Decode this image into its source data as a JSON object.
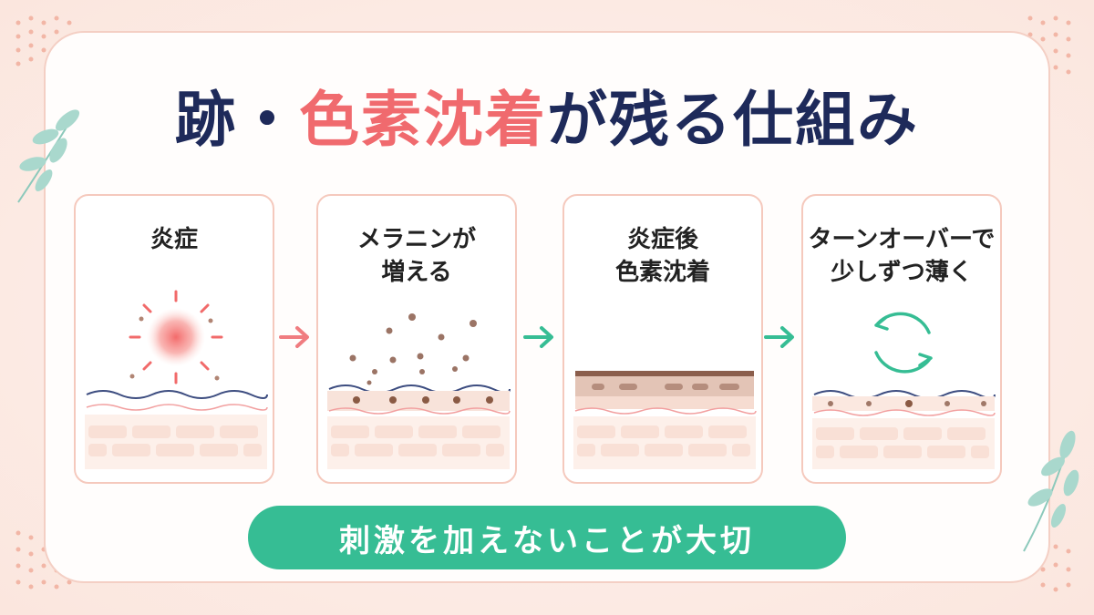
{
  "title": {
    "part1": "跡・",
    "accent": "色素沈着",
    "part2": "が残る仕組み"
  },
  "steps": [
    {
      "line1": "炎症",
      "line2": ""
    },
    {
      "line1": "メラニンが",
      "line2": "増える"
    },
    {
      "line1": "炎症後",
      "line2": "色素沈着"
    },
    {
      "line1": "ターンオーバーで",
      "line2": "少しずつ薄く"
    }
  ],
  "banner": "刺激を加えないことが大切",
  "colors": {
    "navy": "#1e2a5a",
    "accent_red": "#f06a6e",
    "teal": "#36bd94",
    "card_border": "#f5c9bd",
    "melanin": "#8a5a44"
  }
}
